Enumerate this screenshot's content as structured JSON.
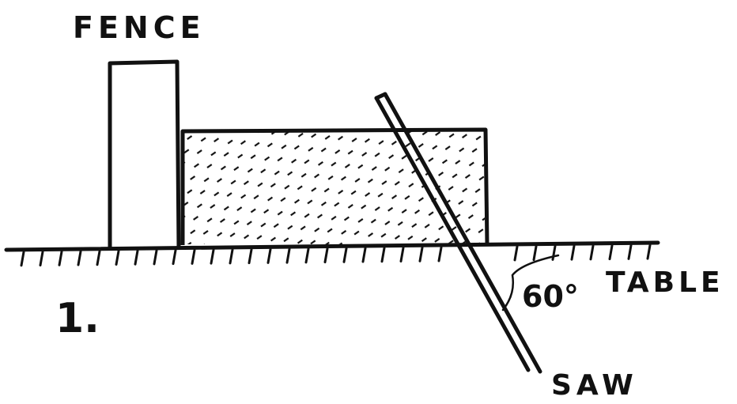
{
  "labels": {
    "fence": "FENCE",
    "table": "TABLE",
    "saw": "SAW",
    "angle": "60°",
    "figure_number": "1."
  },
  "colors": {
    "ink": "#111111",
    "paper": "#ffffff"
  }
}
